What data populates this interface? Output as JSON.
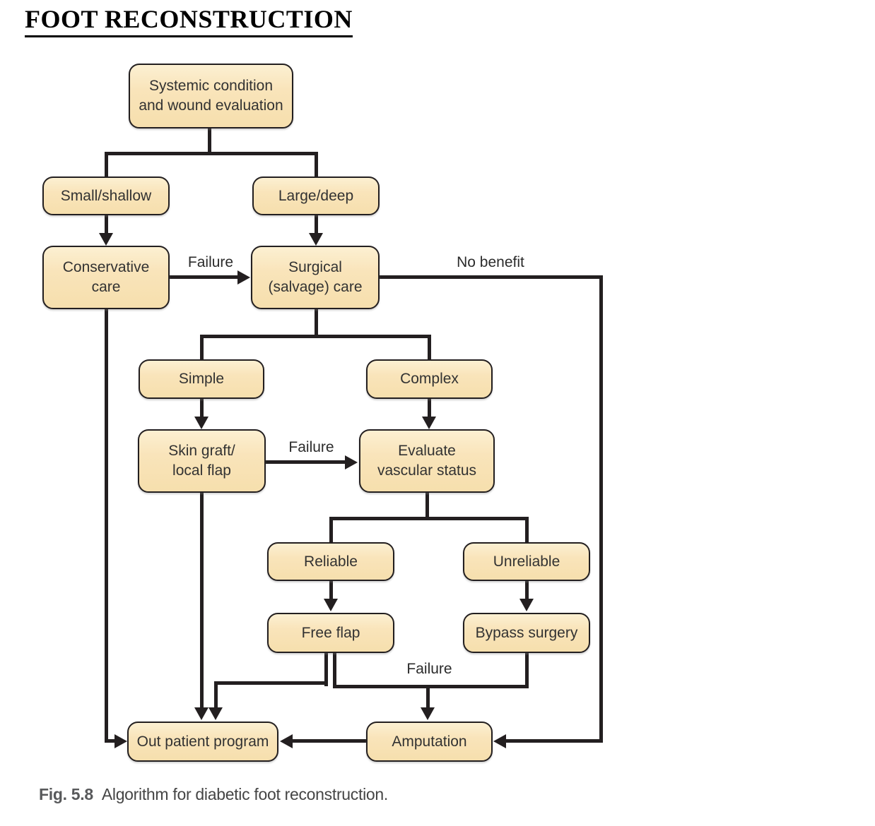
{
  "title": "FOOT RECONSTRUCTION",
  "caption": {
    "tag": "Fig. 5.8",
    "text": "Algorithm for diabetic foot reconstruction."
  },
  "colors": {
    "node_fill": "#f9e4ba",
    "node_border": "#231f20",
    "connector": "#231f20",
    "caption_text": "#58595b"
  },
  "nodes": {
    "systemic": {
      "label": "Systemic condition\nand wound evaluation"
    },
    "small_shallow": {
      "label": "Small/shallow"
    },
    "large_deep": {
      "label": "Large/deep"
    },
    "conservative": {
      "label": "Conservative\ncare"
    },
    "surgical": {
      "label": "Surgical\n(salvage) care"
    },
    "simple": {
      "label": "Simple"
    },
    "complex": {
      "label": "Complex"
    },
    "skin_graft": {
      "label": "Skin graft/\nlocal flap"
    },
    "evaluate": {
      "label": "Evaluate\nvascular status"
    },
    "reliable": {
      "label": "Reliable"
    },
    "unreliable": {
      "label": "Unreliable"
    },
    "free_flap": {
      "label": "Free flap"
    },
    "bypass": {
      "label": "Bypass surgery"
    },
    "outpatient": {
      "label": "Out patient program"
    },
    "amputation": {
      "label": "Amputation"
    }
  },
  "edge_labels": {
    "failure_conservative": "Failure",
    "no_benefit": "No benefit",
    "failure_skin_graft": "Failure",
    "failure_bottom": "Failure"
  },
  "edges": [
    {
      "from": "Systemic condition and wound evaluation",
      "to": "Small/shallow"
    },
    {
      "from": "Systemic condition and wound evaluation",
      "to": "Large/deep"
    },
    {
      "from": "Small/shallow",
      "to": "Conservative care"
    },
    {
      "from": "Large/deep",
      "to": "Surgical (salvage) care"
    },
    {
      "from": "Conservative care",
      "to": "Surgical (salvage) care",
      "label": "Failure"
    },
    {
      "from": "Surgical (salvage) care",
      "to": "Amputation",
      "label": "No benefit"
    },
    {
      "from": "Surgical (salvage) care",
      "to": "Simple"
    },
    {
      "from": "Surgical (salvage) care",
      "to": "Complex"
    },
    {
      "from": "Simple",
      "to": "Skin graft/local flap"
    },
    {
      "from": "Complex",
      "to": "Evaluate vascular status"
    },
    {
      "from": "Skin graft/local flap",
      "to": "Evaluate vascular status",
      "label": "Failure"
    },
    {
      "from": "Evaluate vascular status",
      "to": "Reliable"
    },
    {
      "from": "Evaluate vascular status",
      "to": "Unreliable"
    },
    {
      "from": "Reliable",
      "to": "Free flap"
    },
    {
      "from": "Unreliable",
      "to": "Bypass surgery"
    },
    {
      "from": "Free flap",
      "to": "Out patient program"
    },
    {
      "from": "Free flap",
      "to": "Amputation",
      "label": "Failure"
    },
    {
      "from": "Bypass surgery",
      "to": "Amputation",
      "label": "Failure"
    },
    {
      "from": "Skin graft/local flap",
      "to": "Out patient program"
    },
    {
      "from": "Conservative care",
      "to": "Out patient program"
    },
    {
      "from": "Amputation",
      "to": "Out patient program"
    }
  ]
}
